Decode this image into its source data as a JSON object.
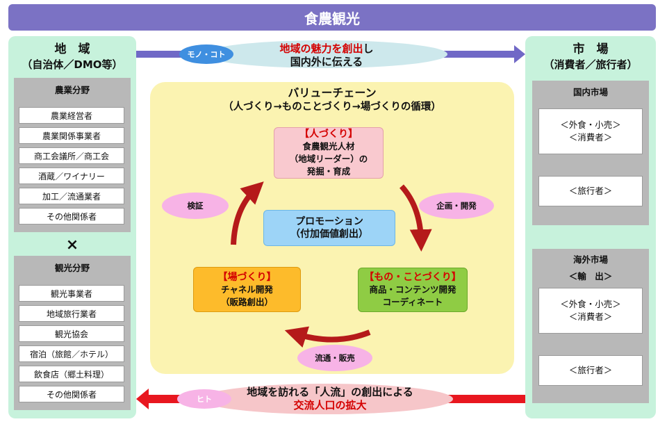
{
  "title": "食農観光",
  "left_panel": {
    "heading": "地　域",
    "subheading": "（自治体／DMO等）",
    "agri": {
      "heading": "農業分野",
      "items": [
        "農業経営者",
        "農業関係事業者",
        "商工会議所／商工会",
        "酒蔵／ワイナリー",
        "加工／流通業者",
        "その他関係者"
      ]
    },
    "cross": "×",
    "tourism": {
      "heading": "観光分野",
      "items": [
        "観光事業者",
        "地域旅行業者",
        "観光協会",
        "宿泊（旅館／ホテル）",
        "飲食店（郷土料理）",
        "その他関係者"
      ]
    }
  },
  "right_panel": {
    "heading": "市　場",
    "subheading": "（消費者／旅行者）",
    "domestic": {
      "heading": "国内市場",
      "block1": [
        "＜外食・小売＞",
        "＜消費者＞"
      ],
      "block2": "＜旅行者＞"
    },
    "overseas": {
      "heading": "海外市場",
      "subheading": "＜輸　出＞",
      "block1": [
        "＜外食・小売＞",
        "＜消費者＞"
      ],
      "block2": "＜旅行者＞"
    }
  },
  "top_flow": {
    "badge": "モノ・コト",
    "line1_red": "地域の魅力を創出",
    "line1_tail": "し",
    "line2": "国内外に伝える"
  },
  "bottom_flow": {
    "badge": "ヒト",
    "line1": "地域を訪れる「人流」の創出による",
    "line2": "交流人口の拡大"
  },
  "value_chain": {
    "title": "バリューチェーン",
    "subtitle": "（人づくり→ものことづくり→場づくりの循環）",
    "hito": {
      "heading": "【人づくり】",
      "lines": [
        "食農観光人材",
        "（地域リーダー）の",
        "発掘・育成"
      ]
    },
    "mono": {
      "heading": "【もの・ことづくり】",
      "lines": [
        "商品・コンテンツ開発",
        "コーディネート"
      ]
    },
    "ba": {
      "heading": "【場づくり】",
      "lines": [
        "チャネル開発",
        "（販路創出）"
      ]
    },
    "promo": {
      "lines": [
        "プロモーション",
        "（付加価値創出）"
      ]
    },
    "labels": {
      "plan": "企画・開発",
      "dist": "流通・販売",
      "verify": "検証"
    }
  },
  "colors": {
    "title_bar": "#7b72c4",
    "side_panel": "#c7f2dc",
    "center_panel": "#fbf3b1",
    "hito_box": "#f9c9cf",
    "mono_box": "#8fcc44",
    "ba_box": "#fdbb2b",
    "promo_box": "#9dd4f7",
    "cycle_arrow": "#b51a1a",
    "green_arrow": "#2fb34a",
    "top_arrow": "#7068c6",
    "bottom_arrow": "#e8171f"
  }
}
